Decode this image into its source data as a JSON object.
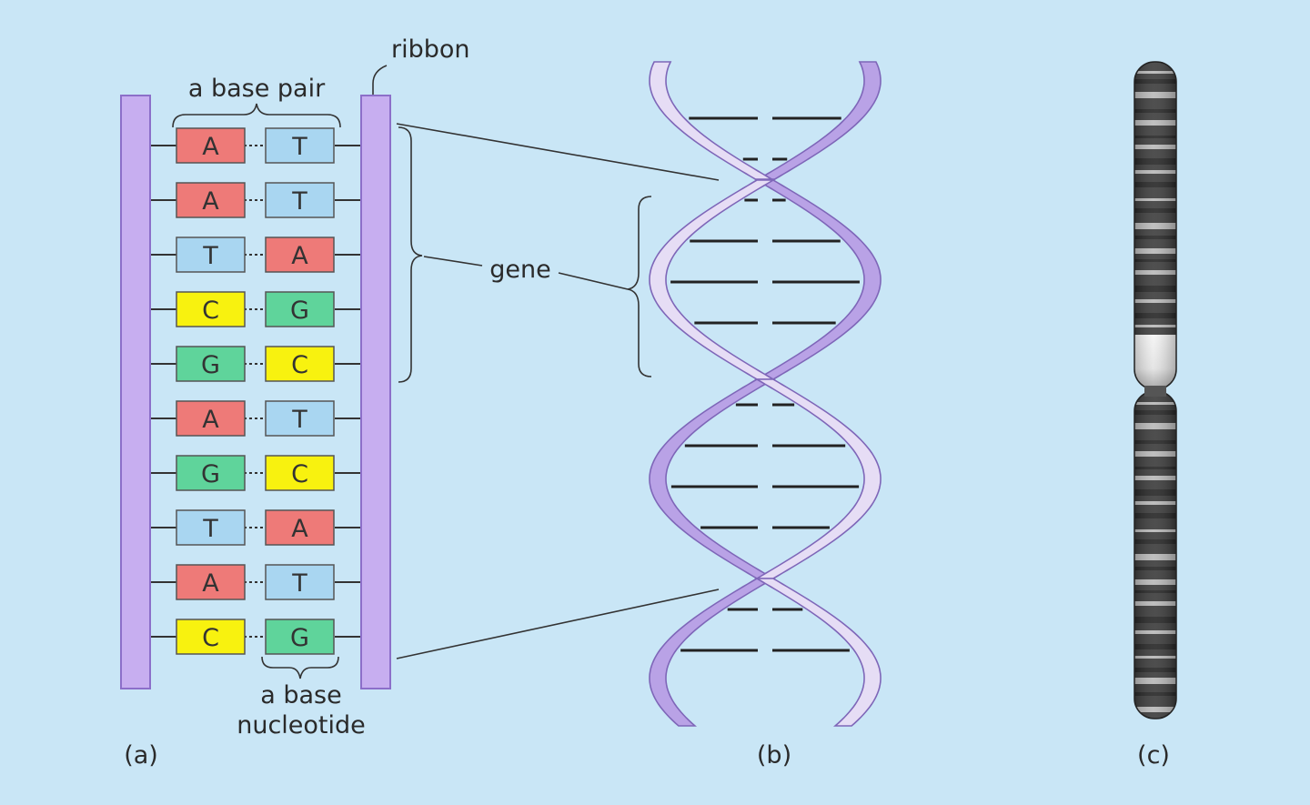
{
  "labels": {
    "base_pair": "a base pair",
    "ribbon": "ribbon",
    "gene": "gene",
    "base": "a base",
    "nucleotide": "nucleotide",
    "panel_a": "(a)",
    "panel_b": "(b)",
    "panel_c": "(c)"
  },
  "base_pairs": [
    {
      "left": "A",
      "right": "T"
    },
    {
      "left": "A",
      "right": "T"
    },
    {
      "left": "T",
      "right": "A"
    },
    {
      "left": "C",
      "right": "G"
    },
    {
      "left": "G",
      "right": "C"
    },
    {
      "left": "A",
      "right": "T"
    },
    {
      "left": "G",
      "right": "C"
    },
    {
      "left": "T",
      "right": "A"
    },
    {
      "left": "A",
      "right": "T"
    },
    {
      "left": "C",
      "right": "G"
    }
  ],
  "colors": {
    "A": "#ee7a78",
    "T": "#a9d6f1",
    "C": "#f8f20f",
    "G": "#5fd49b",
    "strand": "#c7aef0",
    "strand_edge": "#8c6fc9",
    "helix_front": "#e6ddf5",
    "helix_back": "#b9a2e6",
    "background": "#c9e6f6"
  }
}
